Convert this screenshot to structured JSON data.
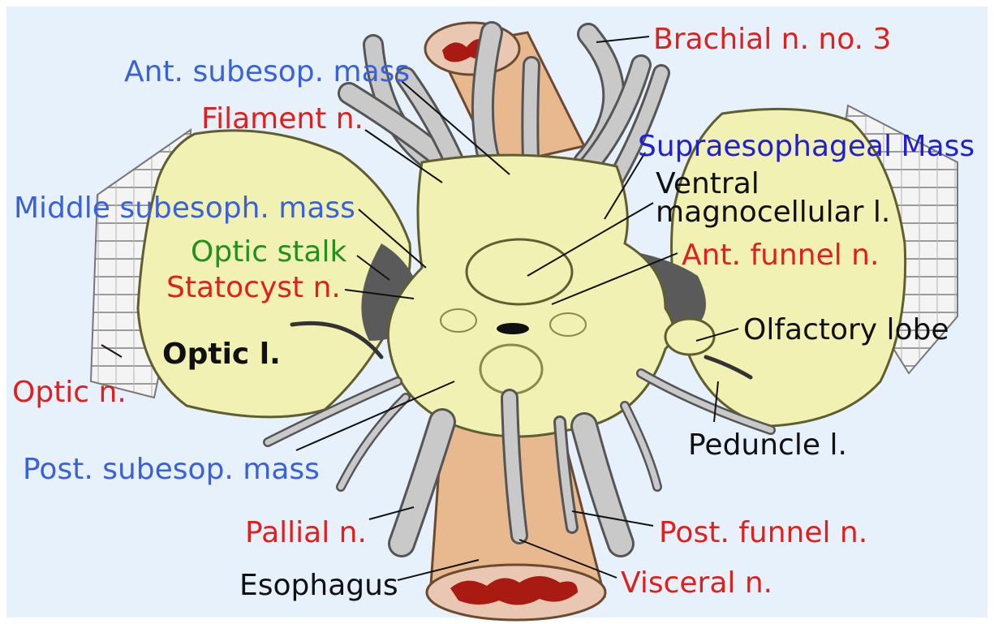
{
  "colors": {
    "background": "#e6f1fb",
    "lobe_fill": "#f1f1b4",
    "lobe_stroke": "#5e5e30",
    "nerve_fill": "#c9c9c9",
    "esophagus_fill": "#e8b98f",
    "esophagus_lumen": "#a81a12",
    "label_red": "#e0201e",
    "label_blue": "#3a62d8",
    "label_darkblue": "#2020d0",
    "label_green": "#24901c",
    "label_black": "#101010"
  },
  "labels": {
    "brachial_n": "Brachial n. no. 3",
    "ant_subesop_mass": "Ant. subesop. mass",
    "filament_n": "Filament n.",
    "supraesophageal_mass": "Supraesophageal Mass",
    "ventral_magnocellular_line1": "Ventral",
    "ventral_magnocellular_line2": "magnocellular l.",
    "middle_subesoph_mass": "Middle subesoph. mass",
    "optic_stalk": "Optic stalk",
    "ant_funnel_n": "Ant. funnel n.",
    "statocyst_n": "Statocyst n.",
    "olfactory_lobe": "Olfactory lobe",
    "optic_l": "Optic l.",
    "optic_n": "Optic n.",
    "peduncle_l": "Peduncle l.",
    "post_subesop_mass": "Post. subesop. mass",
    "pallial_n": "Pallial n.",
    "post_funnel_n": "Post. funnel n.",
    "esophagus": "Esophagus",
    "visceral_n": "Visceral n."
  }
}
